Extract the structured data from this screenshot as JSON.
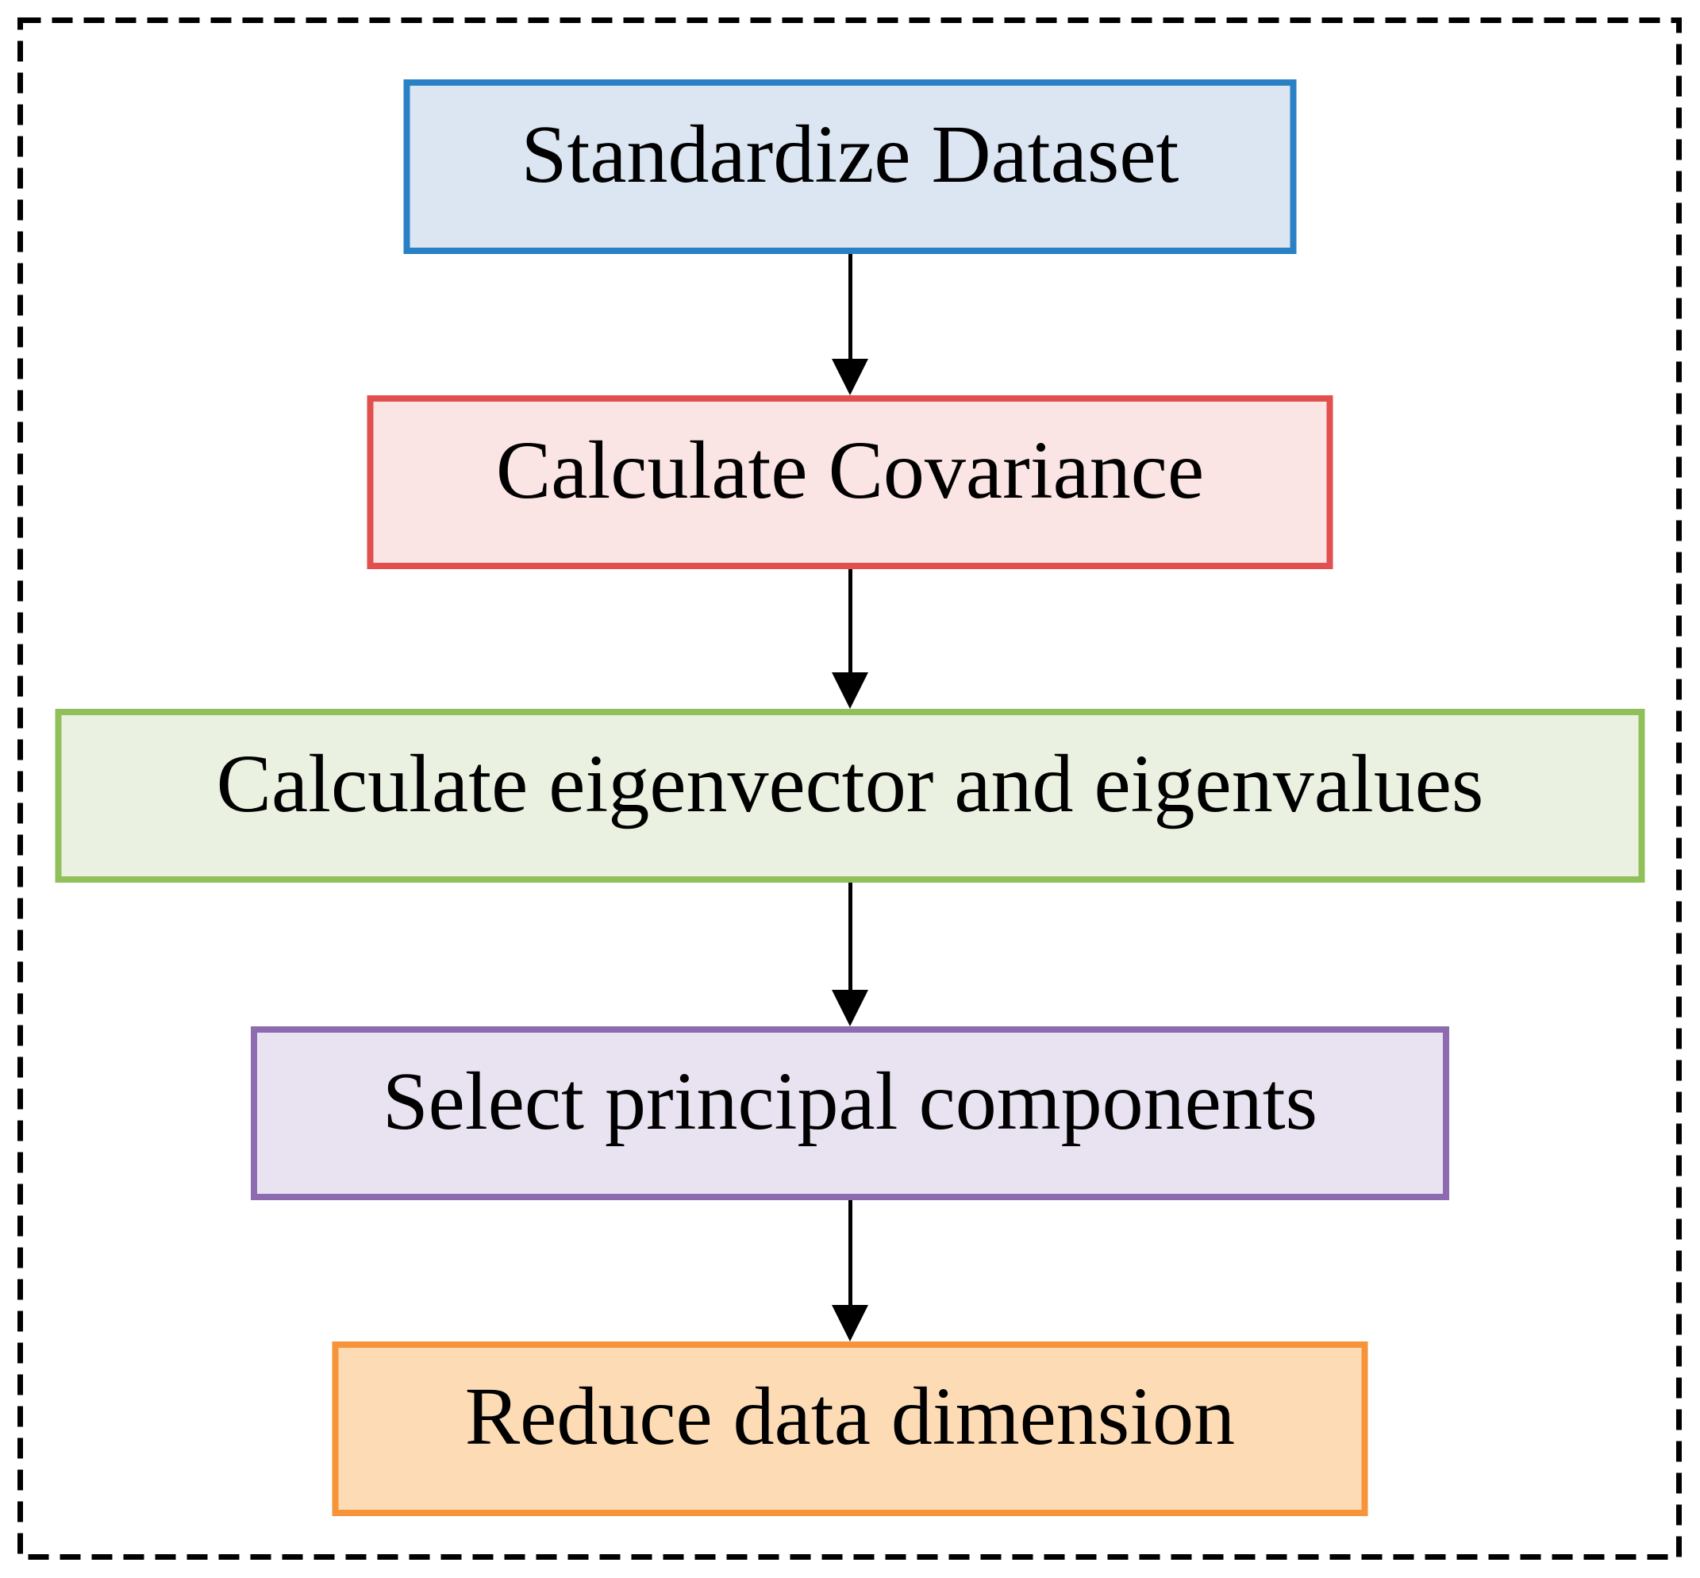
{
  "flowchart": {
    "steps": [
      {
        "label": "Standardize Dataset",
        "fill": "#dbe6f2",
        "border": "#2980c4"
      },
      {
        "label": "Calculate Covariance",
        "fill": "#fbe4e4",
        "border": "#e14f4f"
      },
      {
        "label": "Calculate eigenvector and eigenvalues",
        "fill": "#ebf1e1",
        "border": "#8fc05a"
      },
      {
        "label": "Select principal components",
        "fill": "#e9e3f1",
        "border": "#8d6bb0"
      },
      {
        "label": "Reduce data dimension",
        "fill": "#fddcb5",
        "border": "#f79338"
      }
    ],
    "arrow_color": "#000000",
    "frame_color": "#000000"
  }
}
